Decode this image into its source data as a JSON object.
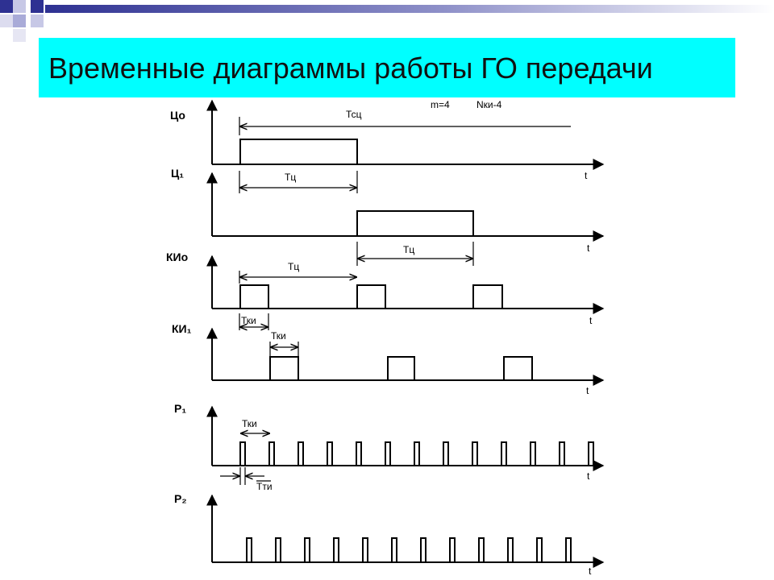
{
  "slide": {
    "title": "Временные диаграммы работы ГО передачи",
    "colors": {
      "title_background": "#00ffff",
      "corner_dark": "#2e3192",
      "corner_light": "#a9abd8",
      "line": "#000000"
    }
  },
  "diagram": {
    "params_m": "m=4",
    "params_n": "Nки-4",
    "signals": [
      {
        "id": "c0",
        "label": "Цо"
      },
      {
        "id": "c1",
        "label": "Ц₁"
      },
      {
        "id": "ki0",
        "label": "КИо"
      },
      {
        "id": "ki1",
        "label": "КИ₁"
      },
      {
        "id": "p1",
        "label": "Р₁"
      },
      {
        "id": "p2",
        "label": "Р₂"
      }
    ],
    "axis_t": "t",
    "annotations": {
      "tsc": "Тсц",
      "tc_1": "Тц",
      "tc_2": "Тц",
      "tc_3": "Тц",
      "tki_1": "Тки",
      "tki_2": "Тки",
      "tki_3": "Тки",
      "tti": "Тти"
    }
  }
}
